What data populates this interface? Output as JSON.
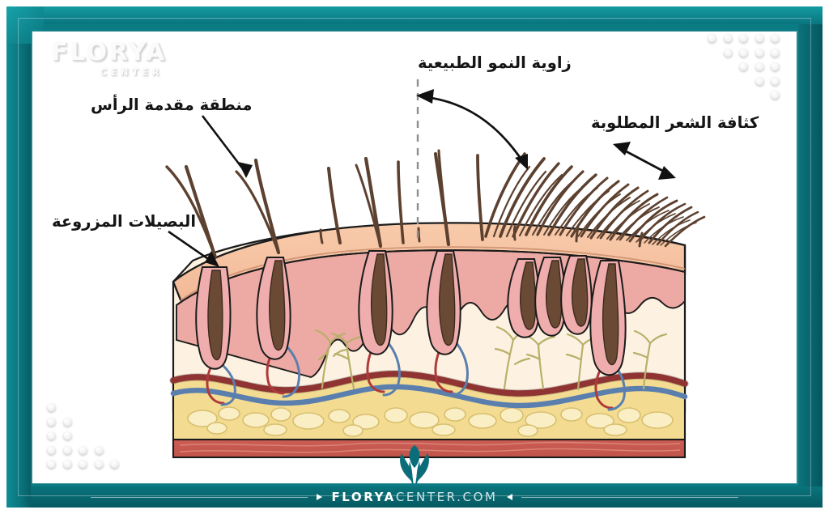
{
  "frame": {
    "accent_color": "#0b7b84",
    "accent_dark": "#06575f",
    "accent_light": "#17a2aa"
  },
  "watermark": {
    "main": "FLORYA",
    "sub": "CENTER"
  },
  "labels": {
    "front_zone": "منطقة مقدمة الرأس",
    "transplanted_follicles": "البصيلات المزروعة",
    "natural_growth_angle": "زاوية النمو الطبيعية",
    "required_density": "كثافة الشعر المطلوبة"
  },
  "diagram": {
    "title": "Hair transplant scalp cross-section",
    "layers": [
      {
        "name": "epidermis",
        "color": "#f6c3a3"
      },
      {
        "name": "papillary-dermis",
        "color": "#eda7a2"
      },
      {
        "name": "dermis",
        "color": "#fdf0dd"
      },
      {
        "name": "subcutaneous-fat",
        "color": "#f2d98b"
      },
      {
        "name": "muscle",
        "color": "#cd5b52"
      }
    ],
    "structures": [
      {
        "name": "hair-shaft",
        "color": "#6b4a35"
      },
      {
        "name": "follicle-sheath",
        "color": "#efaead"
      },
      {
        "name": "artery",
        "color": "#b03a3a"
      },
      {
        "name": "vein",
        "color": "#5a7fae"
      },
      {
        "name": "nerve",
        "color": "#b8b06a"
      }
    ],
    "reference_line": {
      "name": "vertical-dashed-guide",
      "color": "#8a8a8a"
    }
  },
  "footer": {
    "brand_bold": "FLORYA",
    "brand_light": "CENTER.COM",
    "arrow_left": "arrow-right-icon",
    "arrow_right": "arrow-left-icon"
  }
}
